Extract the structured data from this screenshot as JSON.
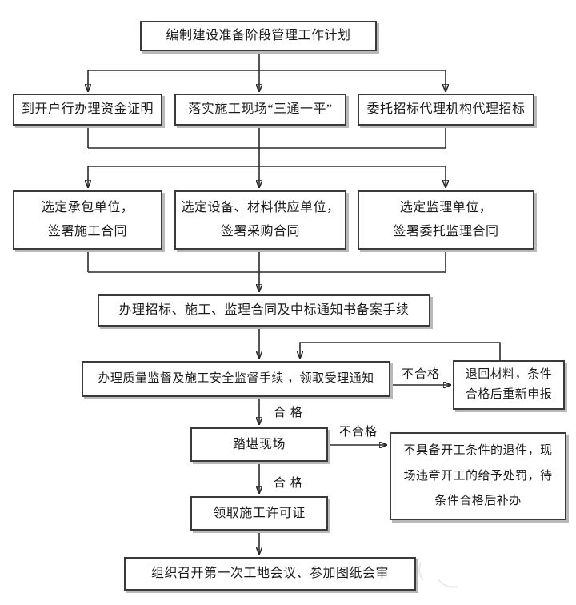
{
  "colors": {
    "background": "#ffffff",
    "line": "#2b2b2b",
    "box_border": "#3a3a3a",
    "box_shadow": "#b9b9b9",
    "text": "#1b1b1b"
  },
  "chart_type": "flowchart",
  "nodes": {
    "plan": {
      "lines": [
        "编制建设准备阶段管理工作计划"
      ]
    },
    "fund": {
      "lines": [
        "到开户行办理资金证明"
      ]
    },
    "site": {
      "lines": [
        "落实施工现场“三通一平”"
      ]
    },
    "entrust": {
      "lines": [
        "委托招标代理机构代理招标"
      ]
    },
    "contractor": {
      "lines": [
        "选定承包单位，",
        "签署施工合同"
      ]
    },
    "supplier": {
      "lines": [
        "选定设备、材料供应单位，",
        "签署采购合同"
      ]
    },
    "supervisor": {
      "lines": [
        "选定监理单位，",
        "签署委托监理合同"
      ]
    },
    "filing": {
      "lines": [
        "办理招标、施工、监理合同及中标通知书备案手续"
      ]
    },
    "quality": {
      "lines": [
        "办理质量监督及施工安全监督手续 ，领取受理通知"
      ]
    },
    "return_materials": {
      "lines": [
        "退回材料，条件",
        "合格后重新申报"
      ]
    },
    "site_visit": {
      "lines": [
        "踏堪现场"
      ]
    },
    "penalty": {
      "lines": [
        "不具备开工条件的退件，现",
        "场违章开工的给予处罚，待",
        "条件合格后补办"
      ]
    },
    "permit": {
      "lines": [
        "领取施工许可证"
      ]
    },
    "first_meeting": {
      "lines": [
        "组织召开第一次工地会议、参加图纸会审"
      ]
    }
  },
  "edge_labels": {
    "qualified_1": "合 格",
    "unqualified_1": "不合格",
    "qualified_2": "合 格",
    "unqualified_2": "不合格"
  }
}
